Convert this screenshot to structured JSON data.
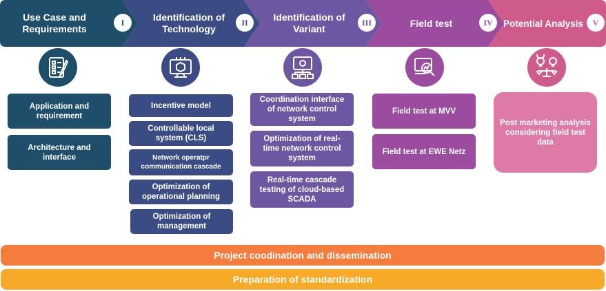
{
  "colors": {
    "phase1": "#1f4e6a",
    "phase2": "#3b4c84",
    "phase3": "#6d57a3",
    "phase4": "#9b4c9e",
    "phase5": "#cf5b8c",
    "potential_box": "#de7aa7",
    "bar_orange": "#f47c3c",
    "bar_yellow": "#f7a928"
  },
  "phases": [
    {
      "title": "Use Case and Requirements",
      "numeral": "I",
      "icon": "checklist-icon",
      "boxes": [
        "Application and requirement",
        "Architecture and interface"
      ]
    },
    {
      "title": "Identification of Technology",
      "numeral": "II",
      "icon": "chip-monitor-icon",
      "boxes": [
        "Incentive model",
        "Controllable local system (CLS)",
        "Network operatpr communication cascade",
        "Optimization of operational planning",
        "Optimization of management"
      ]
    },
    {
      "title": "Identification of Variant",
      "numeral": "III",
      "icon": "network-monitor-icon",
      "boxes": [
        "Coordination interface of network control system",
        "Optimization of real-time network control system",
        "Real-time cascade testing of cloud-based SCADA"
      ]
    },
    {
      "title": "Field test",
      "numeral": "IV",
      "icon": "analysis-magnifier-icon",
      "boxes": [
        "Field test at MVV",
        "Field test at EWE Netz"
      ]
    },
    {
      "title": "Potential Analysis",
      "numeral": "V",
      "icon": "idea-balance-icon",
      "boxes": [
        "Post marketing analysis considering field test data"
      ]
    }
  ],
  "bars": [
    "Project coodination and dissemination",
    "Preparation of standardization"
  ]
}
